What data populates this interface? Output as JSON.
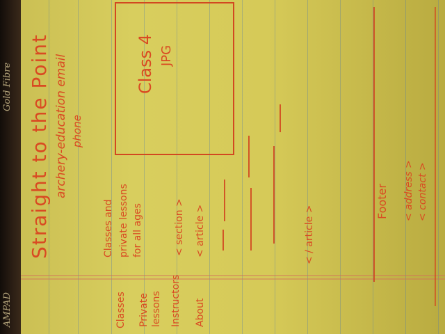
{
  "binding": {
    "brand_left": "AMPAD",
    "brand_top": "Gold Fibre"
  },
  "title": "Straight to the Point",
  "subtitle": "archery-education email",
  "subtitle_phone": "phone",
  "image_box": {
    "label_line1": "Class 4",
    "label_line2": "JPG"
  },
  "nav": [
    "Classes",
    "Private lessons",
    "Instructors",
    "About"
  ],
  "section_tag": "< section >",
  "article_open": "< article >",
  "article_close": "< / article >",
  "classes_text": {
    "line1": "Classes and",
    "line2": "private lessons",
    "line3": "for all ages"
  },
  "footer": {
    "label": "Footer",
    "address": "< address >",
    "contact": "< contact >"
  }
}
